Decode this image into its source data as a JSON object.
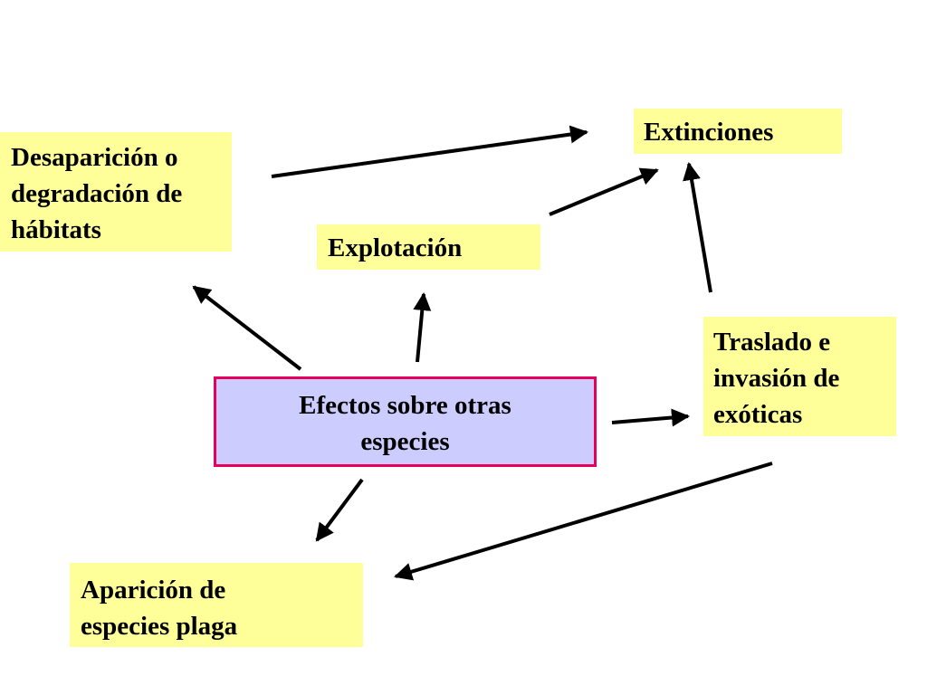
{
  "nodes": {
    "desaparicion": [
      "Desaparición  o",
      "degradación de",
      "hábitats"
    ],
    "extinciones": [
      "Extinciones"
    ],
    "explotacion": [
      "Explotación"
    ],
    "traslado": [
      "Traslado e",
      "invasión de",
      "exóticas"
    ],
    "efectos": [
      "Efectos sobre otras",
      "especies"
    ],
    "aparicion": [
      "Aparición de",
      "especies plaga"
    ]
  },
  "colors": {
    "node_fill": "#ffff99",
    "center_fill": "#ccccff",
    "center_border": "#e6005c",
    "arrow": "#000000"
  },
  "edges": [
    {
      "from": "desaparicion",
      "to": "extinciones"
    },
    {
      "from": "explotacion",
      "to": "extinciones"
    },
    {
      "from": "traslado",
      "to": "extinciones"
    },
    {
      "from": "efectos",
      "to": "desaparicion"
    },
    {
      "from": "efectos",
      "to": "explotacion"
    },
    {
      "from": "efectos",
      "to": "traslado"
    },
    {
      "from": "efectos",
      "to": "aparicion"
    },
    {
      "from": "traslado",
      "to": "aparicion"
    }
  ]
}
